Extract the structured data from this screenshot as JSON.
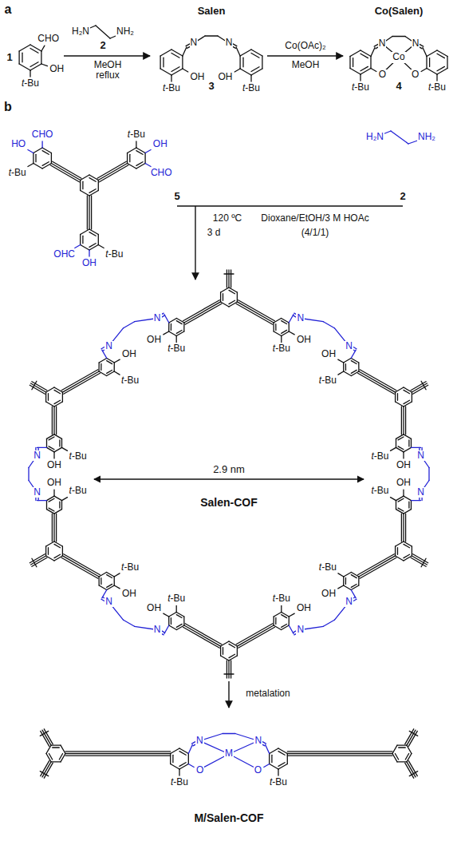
{
  "diagram": {
    "labels": [
      "a",
      "CHO",
      "OH",
      "t-Bu",
      "1",
      "H₂N",
      "NH₂",
      "2",
      "MeOH reflux",
      "Salen",
      "N",
      "N",
      "OH",
      "OH",
      "t-Bu",
      "t-Bu",
      "3",
      "Co(OAc)₂",
      "MeOH",
      "Co(Salen)",
      "N",
      "N",
      "Co",
      "O",
      "O",
      "t-Bu",
      "t-Bu",
      "4",
      "b",
      "CHO",
      "HO",
      "t-Bu",
      "t-Bu",
      "OH",
      "CHO",
      "OHC",
      "OH",
      "t-Bu",
      "H₂N",
      "NH₂",
      "5",
      "2",
      "120 ºC",
      "3 d",
      "Dioxane/EtOH/3 M HOAc",
      "(4/1/1)",
      "t-Bu",
      "OH",
      "N",
      "N",
      "OH",
      "t-Bu",
      "t-Bu",
      "OH",
      "N",
      "N",
      "OH",
      "t-Bu",
      "t-Bu",
      "OH",
      "N",
      "N",
      "OH",
      "t-Bu",
      "t-Bu",
      "OH",
      "N",
      "N",
      "OH",
      "t-Bu",
      "t-Bu",
      "OH",
      "N",
      "N",
      "OH",
      "t-Bu",
      "t-Bu",
      "OH",
      "N",
      "N",
      "OH",
      "t-Bu",
      "2.9 nm",
      "Salen-COF",
      "metalation",
      "N",
      "N",
      "M",
      "O",
      "O",
      "t-Bu",
      "t-Bu",
      "M/Salen-COF"
    ]
  }
}
